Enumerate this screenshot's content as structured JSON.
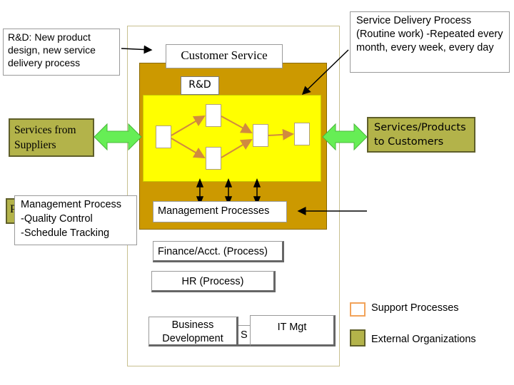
{
  "notes": {
    "rd_note": "R&D: New product design, new service delivery process",
    "service_delivery_note": "Service Delivery Process (Routine work) -Repeated every month, every week, every day",
    "management_note_lines": [
      "Management Process",
      "-Quality Control",
      "-Schedule Tracking"
    ],
    "hidden_letter": "P"
  },
  "core": {
    "customer_service": "Customer Service",
    "rd": "R&D",
    "management_processes": "Management Processes"
  },
  "external": {
    "suppliers": "Services from Suppliers",
    "customers": "Services/Products to Customers"
  },
  "support": {
    "finance": "Finance/Acct. (Process)",
    "hr": "HR (Process)",
    "business_development": "Business Development",
    "is_fragment": "S",
    "it_mgt": "IT Mgt"
  },
  "legend": {
    "support_processes": "Support Processes",
    "external_organizations": "External Organizations",
    "support_swatch_color": "#f2a35a",
    "external_swatch_color": "#b3b34a"
  },
  "colors": {
    "core_fill": "#cc9900",
    "process_area_fill": "#ffff00",
    "arrow_green": "#66ee55"
  }
}
